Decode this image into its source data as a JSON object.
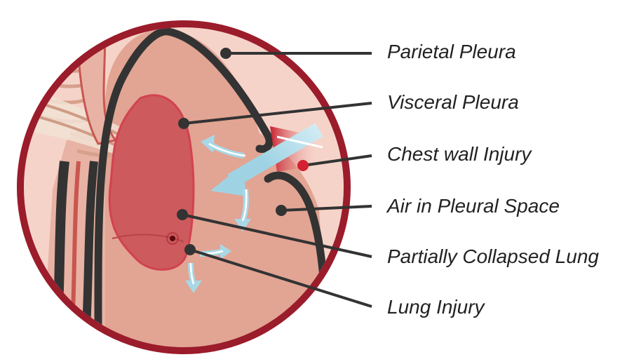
{
  "labels": [
    {
      "id": "parietal-pleura",
      "text": "Parietal Pleura"
    },
    {
      "id": "visceral-pleura",
      "text": "Visceral Pleura"
    },
    {
      "id": "chest-wall-injury",
      "text": "Chest wall Injury"
    },
    {
      "id": "air-in-pleural-space",
      "text": "Air in Pleural Space"
    },
    {
      "id": "partially-collapsed-lung",
      "text": "Partially Collapsed Lung"
    },
    {
      "id": "lung-injury",
      "text": "Lung Injury"
    }
  ],
  "colors": {
    "frame": "#9b1c2b",
    "background": "#f6d3c9",
    "pleural_space": "#e2a493",
    "lung": "#cd5a5c",
    "lung_outline": "#d24250",
    "pleura_line": "#333333",
    "air_arrow": "#a8d8e6",
    "leader": "#333333",
    "text": "#222222"
  }
}
